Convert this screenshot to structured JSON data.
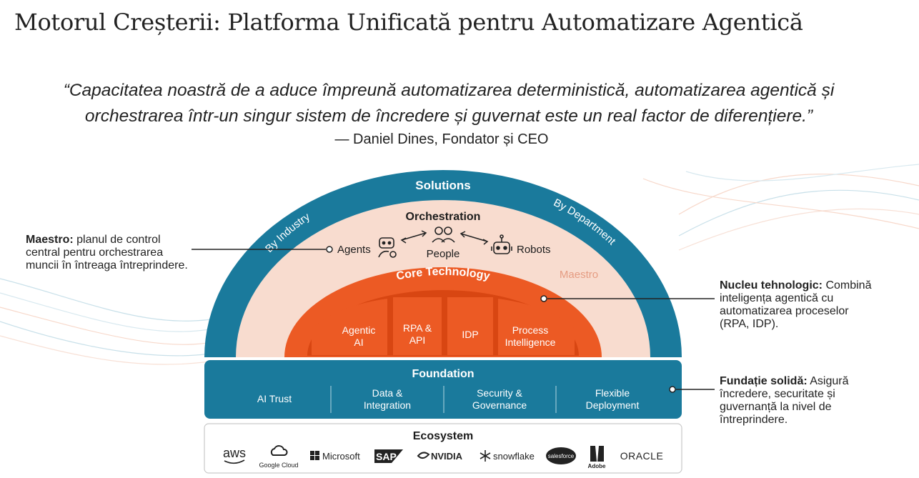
{
  "title": "Motorul Creșterii: Platforma Unificată pentru Automatizare Agentică",
  "quote": {
    "line1": "“Capacitatea noastră de a aduce împreună automatizarea deterministică, automatizarea agentică și",
    "line2": "orchestrarea într-un singur sistem de încredere și guvernat este un real factor de diferențiere.”",
    "author": "— Daniel Dines, Fondator și CEO"
  },
  "diagram": {
    "solutions": {
      "label": "Solutions",
      "left": "By Industry",
      "right": "By Department"
    },
    "orchestration": {
      "label": "Orchestration",
      "agents": "Agents",
      "people": "People",
      "robots": "Robots",
      "maestro": "Maestro"
    },
    "core": {
      "label": "Core Technology",
      "items": [
        {
          "l1": "Agentic",
          "l2": "AI"
        },
        {
          "l1": "RPA &",
          "l2": "API"
        },
        {
          "l1": "IDP",
          "l2": ""
        },
        {
          "l1": "Process",
          "l2": "Intelligence"
        }
      ]
    },
    "foundation": {
      "label": "Foundation",
      "items": [
        {
          "l1": "AI Trust",
          "l2": ""
        },
        {
          "l1": "Data &",
          "l2": "Integration"
        },
        {
          "l1": "Security &",
          "l2": "Governance"
        },
        {
          "l1": "Flexible",
          "l2": "Deployment"
        }
      ]
    },
    "ecosystem": {
      "label": "Ecosystem",
      "logos": [
        "aws",
        "Google Cloud",
        "Microsoft",
        "SAP",
        "NVIDIA",
        "snowflake",
        "salesforce",
        "Adobe",
        "ORACLE"
      ]
    }
  },
  "callouts": {
    "maestro": {
      "bold": "Maestro:",
      "line1": " planul de control",
      "line2": "central pentru orchestrarea",
      "line3": "muncii în întreaga întreprindere."
    },
    "core": {
      "bold": "Nucleu tehnologic:",
      "line1": " Combină",
      "line2": "inteligența agentică cu",
      "line3": "automatizarea proceselor",
      "line4": "(RPA, IDP)."
    },
    "foundation": {
      "bold": "Fundație solidă:",
      "line1": " Asigură",
      "line2": "încredere, securitate și",
      "line3": "guvernanță la nivel de",
      "line4": "întreprindere."
    }
  },
  "colors": {
    "teal": "#1a7a9c",
    "peach": "#f8dccf",
    "orange": "#ec5a24",
    "dark_orange": "#d84612",
    "line": "#222222"
  }
}
